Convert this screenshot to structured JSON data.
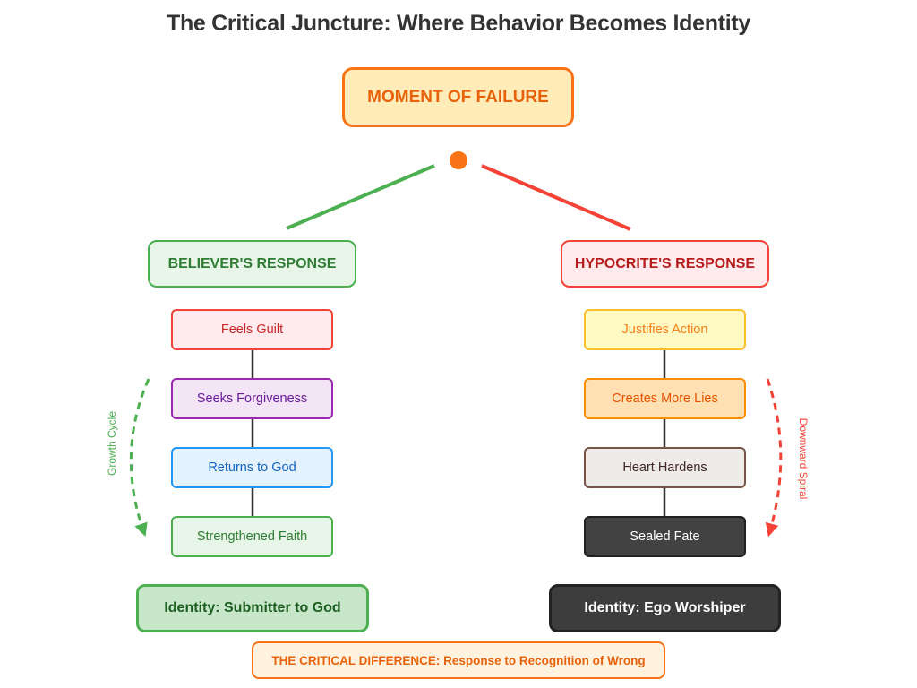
{
  "title": "The Critical Juncture: Where Behavior Becomes Identity",
  "moment": {
    "label": "MOMENT OF FAILURE",
    "color": "#f97316"
  },
  "branches": {
    "believer": {
      "label": "BELIEVER'S RESPONSE",
      "color": "#4caf50",
      "steps": [
        {
          "label": "Feels Guilt",
          "bg": "#ffebee",
          "border": "#f44336",
          "text": "#c62828"
        },
        {
          "label": "Seeks Forgiveness",
          "bg": "#f3e5f5",
          "border": "#9c27b0",
          "text": "#6a1b9a"
        },
        {
          "label": "Returns to God",
          "bg": "#e3f2fd",
          "border": "#2196f3",
          "text": "#1565c0"
        },
        {
          "label": "Strengthened Faith",
          "bg": "#e8f5e9",
          "border": "#4caf50",
          "text": "#2e7d32"
        }
      ],
      "cycle_label": "Growth Cycle",
      "identity": "Identity: Submitter to God"
    },
    "hypocrite": {
      "label": "HYPOCRITE'S RESPONSE",
      "color": "#f44336",
      "steps": [
        {
          "label": "Justifies Action",
          "bg": "#fff9c4",
          "border": "#fbc02d",
          "text": "#f57f17"
        },
        {
          "label": "Creates More Lies",
          "bg": "#ffe0b2",
          "border": "#fb8c00",
          "text": "#e65100"
        },
        {
          "label": "Heart Hardens",
          "bg": "#efebe9",
          "border": "#795548",
          "text": "#3e2723"
        },
        {
          "label": "Sealed Fate",
          "bg": "#424242",
          "border": "#212121",
          "text": "#ffffff"
        }
      ],
      "cycle_label": "Downward Spiral",
      "identity": "Identity: Ego Worshiper"
    }
  },
  "critical_difference": "THE CRITICAL DIFFERENCE: Response to Recognition of Wrong"
}
